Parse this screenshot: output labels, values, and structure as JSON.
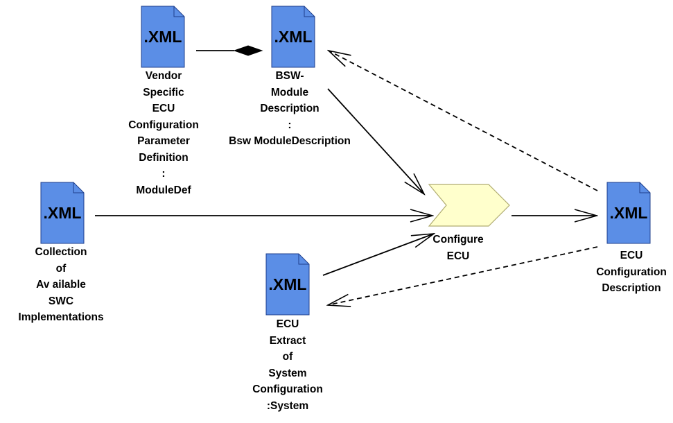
{
  "colors": {
    "document_fill": "#5b8ee6",
    "document_stroke": "#1f3f8c",
    "process_fill": "#ffffcc",
    "process_stroke": "#b0ac70",
    "line": "#000000"
  },
  "icons": {
    "document": "xml-document-icon",
    "process": "chevron-process-icon"
  },
  "documents": {
    "vendor_def": {
      "icon_text": ".XML",
      "label": "Vendor\nSpecific\nECU\nConfiguration\nParameter\nDefinition\n:\nModuleDef"
    },
    "bsw_module": {
      "icon_text": ".XML",
      "label": "BSW-\nModule\nDescription\n:\nBsw ModuleDescription"
    },
    "swc_collection": {
      "icon_text": ".XML",
      "label": "Collection\nof\nAv ailable\nSWC\nImplementations"
    },
    "ecu_extract": {
      "icon_text": ".XML",
      "label": "ECU\nExtract\nof\nSystem\nConfiguration\n:System"
    },
    "ecu_config": {
      "icon_text": ".XML",
      "label": "ECU\nConfiguration\nDescription"
    }
  },
  "process": {
    "label": "Configure\nECU"
  }
}
